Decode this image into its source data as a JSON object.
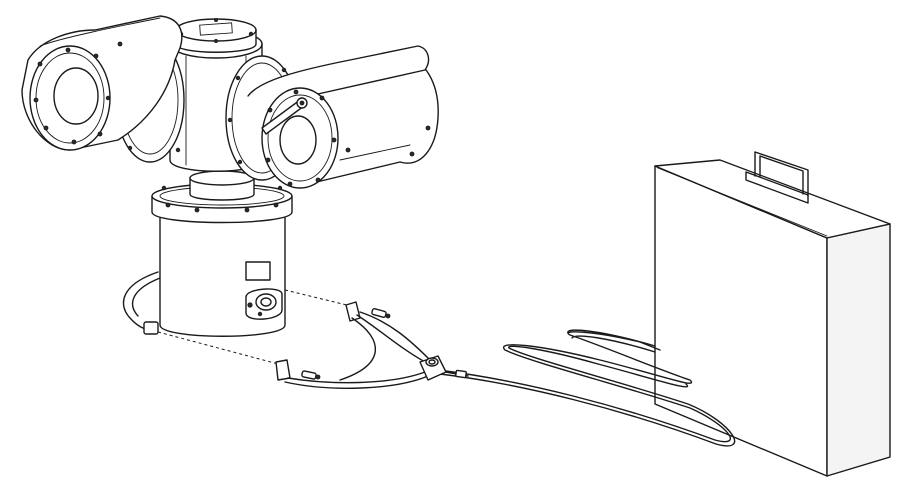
{
  "diagram": {
    "parts": [
      "ptz-camera-head",
      "left-camera-housing",
      "right-camera-housing",
      "camera-base-cylinder",
      "grounding-strap",
      "grounding-cable",
      "control-junction-box"
    ]
  }
}
